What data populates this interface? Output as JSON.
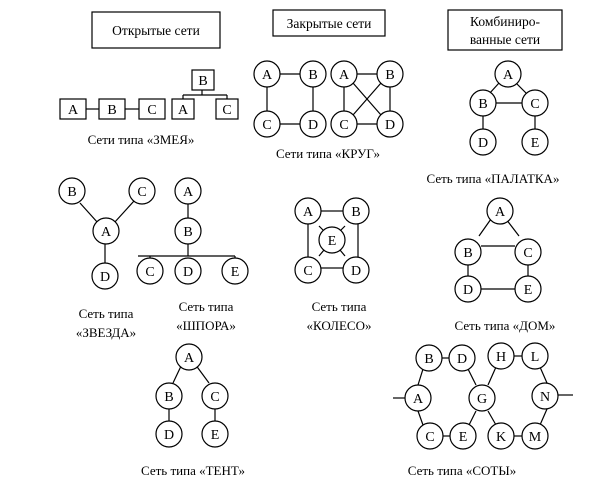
{
  "headers": {
    "open": "Открытые сети",
    "closed": "Закрытые сети",
    "combined_1": "Комбиниро-",
    "combined_2": "ванные сети"
  },
  "captions": {
    "snake": "Сети типа «ЗМЕЯ»",
    "circle": "Сети типа «КРУГ»",
    "tent_big": "Сеть типа «ПАЛАТКА»",
    "star_1": "Сеть типа",
    "star_2": "«ЗВЕЗДА»",
    "spur_1": "Сеть типа",
    "spur_2": "«ШПОРА»",
    "wheel_1": "Сеть типа",
    "wheel_2": "«КОЛЕСО»",
    "house": "Сеть типа «ДОМ»",
    "tent": "Сеть типа «ТЕНТ»",
    "honeycomb": "Сеть типа «СОТЫ»"
  },
  "networks": {
    "snake_chain": {
      "nodes": [
        "A",
        "B",
        "C"
      ]
    },
    "snake_tree": {
      "nodes": [
        "B",
        "A",
        "C"
      ]
    },
    "circle_1": {
      "nodes": [
        "A",
        "B",
        "C",
        "D"
      ]
    },
    "circle_2": {
      "nodes": [
        "A",
        "B",
        "C",
        "D"
      ]
    },
    "palatka": {
      "nodes": [
        "A",
        "B",
        "C",
        "D",
        "E"
      ]
    },
    "star": {
      "nodes": [
        "B",
        "C",
        "A",
        "D"
      ]
    },
    "spur": {
      "nodes": [
        "A",
        "B",
        "C",
        "D",
        "E"
      ]
    },
    "wheel": {
      "nodes": [
        "A",
        "B",
        "E",
        "C",
        "D"
      ]
    },
    "house": {
      "nodes": [
        "A",
        "B",
        "C",
        "D",
        "E"
      ]
    },
    "tent": {
      "nodes": [
        "A",
        "B",
        "C",
        "D",
        "E"
      ]
    },
    "honeycomb": {
      "nodes": [
        "B",
        "D",
        "H",
        "L",
        "A",
        "G",
        "N",
        "C",
        "E",
        "K",
        "M"
      ]
    }
  }
}
